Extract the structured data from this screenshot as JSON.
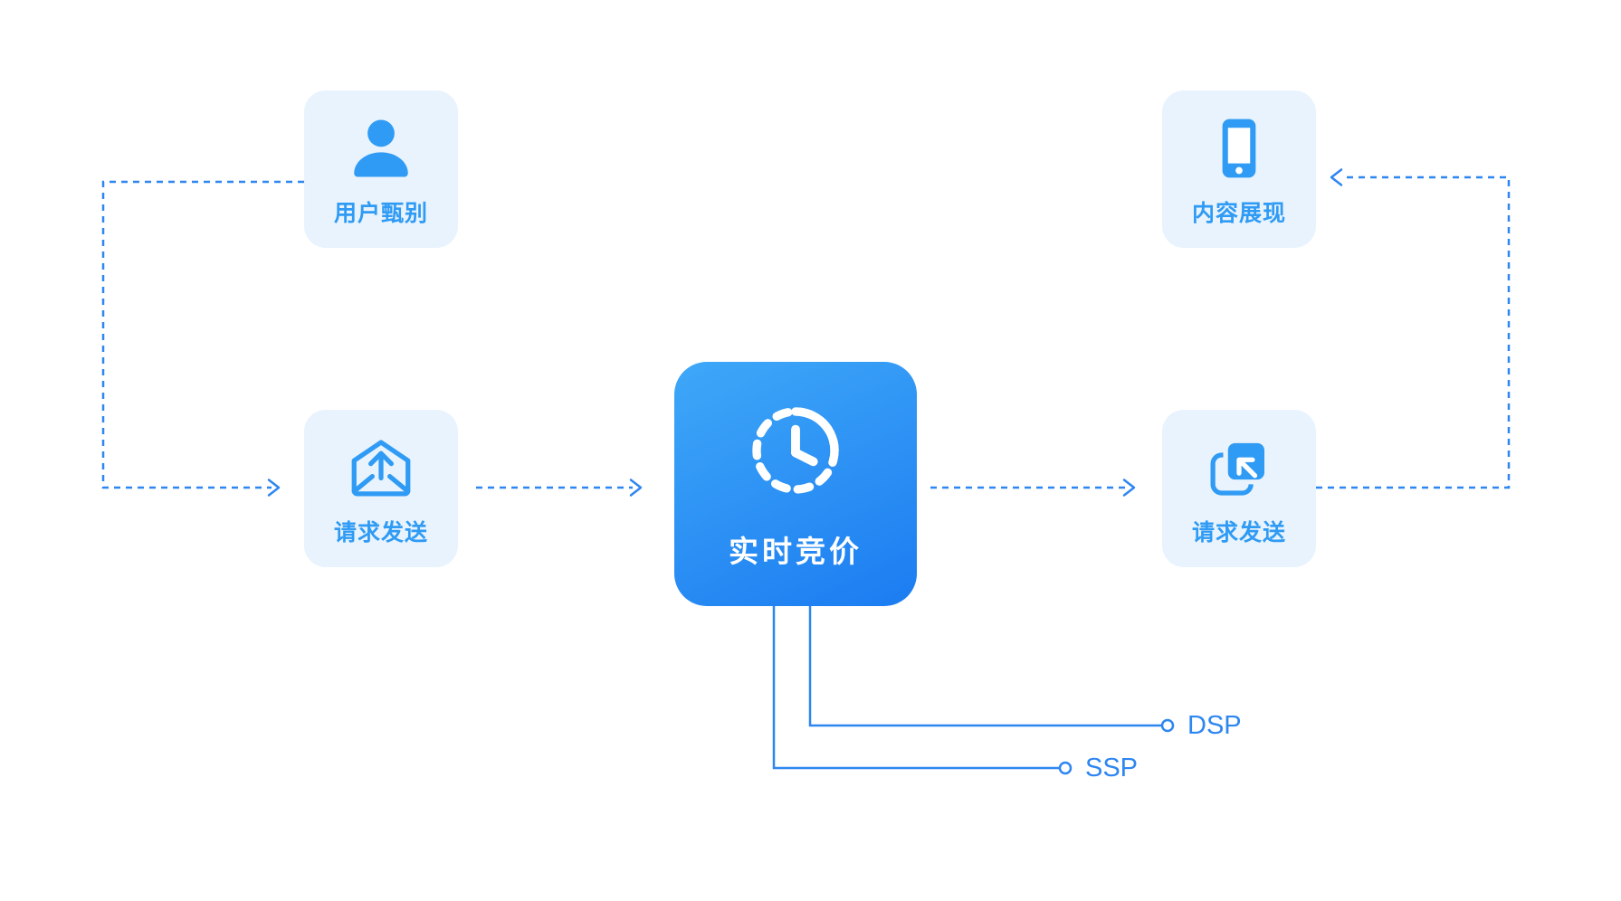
{
  "diagram": {
    "nodes": {
      "user_screening": {
        "label": "用户甄别",
        "icon": "user-icon"
      },
      "request_send_left": {
        "label": "请求发送",
        "icon": "mail-send-icon"
      },
      "rtb_center": {
        "label": "实时竞价",
        "icon": "dashed-clock-icon"
      },
      "request_send_right": {
        "label": "请求发送",
        "icon": "share-squares-icon"
      },
      "content_display": {
        "label": "内容展现",
        "icon": "smartphone-icon"
      }
    },
    "outputs": {
      "dsp_label": "DSP",
      "ssp_label": "SSP"
    },
    "colors": {
      "accent_blue": "#2F9BF4",
      "card_bg": "#E9F3FD",
      "connector_blue": "#2E86F0",
      "center_gradient_start": "#3FA8F8",
      "center_gradient_end": "#1B7CF1",
      "center_text": "#FFFFFF"
    }
  }
}
